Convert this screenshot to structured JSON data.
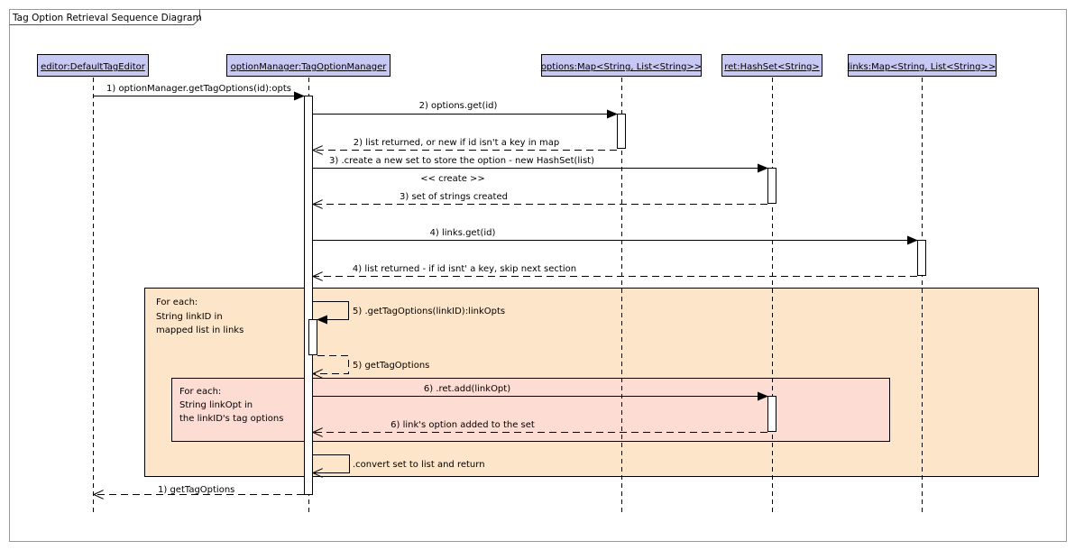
{
  "frame": {
    "title": "Tag Option Retrieval Sequence Diagram"
  },
  "participants": [
    {
      "id": "editor",
      "name": "editor",
      "type": "DefaultTagEditor"
    },
    {
      "id": "manager",
      "name": "optionManager",
      "type": "TagOptionManager"
    },
    {
      "id": "options",
      "name": "options",
      "type": "Map<String, List<String>>"
    },
    {
      "id": "ret",
      "name": "ret",
      "type": "HashSet<String>"
    },
    {
      "id": "links",
      "name": "links",
      "type": "Map<String, List<String>>"
    }
  ],
  "messages": [
    "1) optionManager.getTagOptions(id):opts",
    "2) options.get(id)",
    "2) list returned, or new if id isn't a key in map",
    "3) .create a new set to store the option - new HashSet(list)",
    "<< create >>",
    "3) set of strings created",
    "4) links.get(id)",
    "4) list returned - if id isnt' a key, skip next section",
    "5) .getTagOptions(linkID):linkOpts",
    "5) getTagOptions",
    "6) .ret.add(linkOpt)",
    "6) link's option added to the set",
    ".convert set to list and return",
    "1) getTagOptions"
  ],
  "fragments": [
    {
      "lines": [
        "For each:",
        "String linkID in",
        "mapped list in links"
      ]
    },
    {
      "lines": [
        "For each:",
        "String linkOpt in",
        "the linkID's tag options"
      ]
    }
  ],
  "colors": {
    "participant_fill": "#c8c8f4",
    "outer_loop_fill": "#fde5c9",
    "inner_loop_fill": "#fddcd3",
    "line": "#000000"
  }
}
